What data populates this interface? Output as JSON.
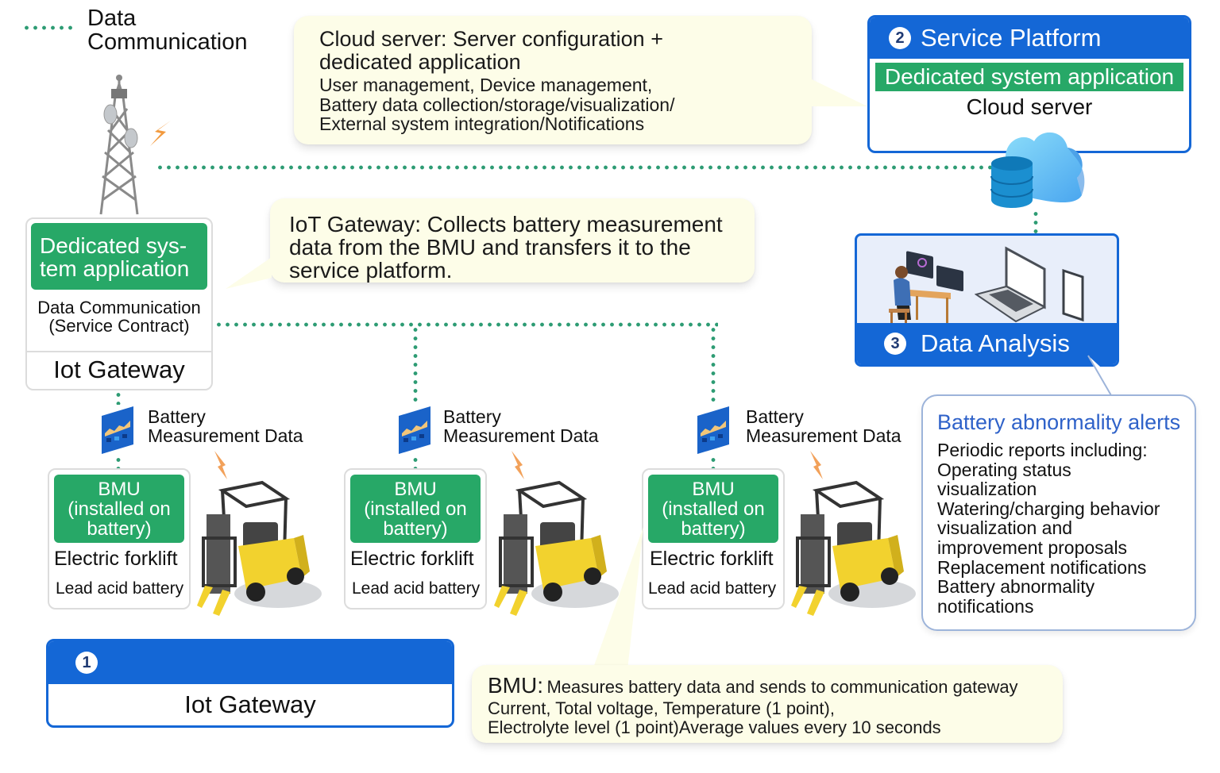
{
  "legend": {
    "label_line1": "Data",
    "label_line2": "Communication",
    "line_style": "dotted",
    "line_color": "#2e9c74"
  },
  "cloud_callout": {
    "title_line1": "Cloud server: Server configuration +",
    "title_line2": "dedicated application",
    "body_line1": "User management, Device management,",
    "body_line2": "Battery data collection/storage/visualization/",
    "body_line3": "External system integration/Notifications"
  },
  "service_platform": {
    "number": "2",
    "title": "Service Platform",
    "app_label": "Dedicated system application",
    "server_label": "Cloud server",
    "icons": [
      "cloud-icon",
      "database-icon"
    ]
  },
  "gateway_card": {
    "app_label_line1": "Dedicated sys-",
    "app_label_line2": "tem application",
    "comm_line1": "Data Communication",
    "comm_line2": "(Service Contract)",
    "title": "Iot Gateway",
    "icon": "cell-tower-icon"
  },
  "gateway_callout": {
    "line1": "IoT Gateway: Collects battery measurement",
    "line2": "data from the BMU and transfers it to the",
    "line3": "service platform."
  },
  "data_analysis": {
    "number": "3",
    "title": "Data Analysis",
    "icons": [
      "analyst-workstation-icon",
      "laptop-icon",
      "tablet-icon"
    ]
  },
  "alerts_callout": {
    "title": "Battery abnormality alerts",
    "lines": [
      "Periodic reports including:",
      "Operating status",
      "visualization",
      "Watering/charging behavior",
      "visualization and",
      "improvement proposals",
      "Replacement notifications",
      "Battery abnormality",
      "notifications"
    ]
  },
  "units": [
    {
      "data_label_line1": "Battery",
      "data_label_line2": "Measurement Data",
      "bmu_line1": "BMU",
      "bmu_line2": "(installed on",
      "bmu_line3": "battery)",
      "vehicle": "Electric forklift",
      "battery": "Lead acid battery"
    },
    {
      "data_label_line1": "Battery",
      "data_label_line2": "Measurement Data",
      "bmu_line1": "BMU",
      "bmu_line2": "(installed on",
      "bmu_line3": "battery)",
      "vehicle": "Electric forklift",
      "battery": "Lead acid battery"
    },
    {
      "data_label_line1": "Battery",
      "data_label_line2": "Measurement Data",
      "bmu_line1": "BMU",
      "bmu_line2": "(installed on",
      "bmu_line3": "battery)",
      "vehicle": "Electric forklift",
      "battery": "Lead acid battery"
    }
  ],
  "gateway_legend_box": {
    "number": "1",
    "title": "Iot Gateway"
  },
  "bmu_callout": {
    "title": "BMU:",
    "line1": "Measures battery data and sends to communication gateway",
    "line2": "Current, Total voltage, Temperature (1 point),",
    "line3": "Electrolyte level (1 point)Average values every 10 seconds"
  },
  "colors": {
    "primary_blue": "#1467d6",
    "app_green": "#27a867",
    "callout_bg": "#fdfde8",
    "alerts_title": "#2f62c9",
    "dot_line": "#2e9c74"
  }
}
